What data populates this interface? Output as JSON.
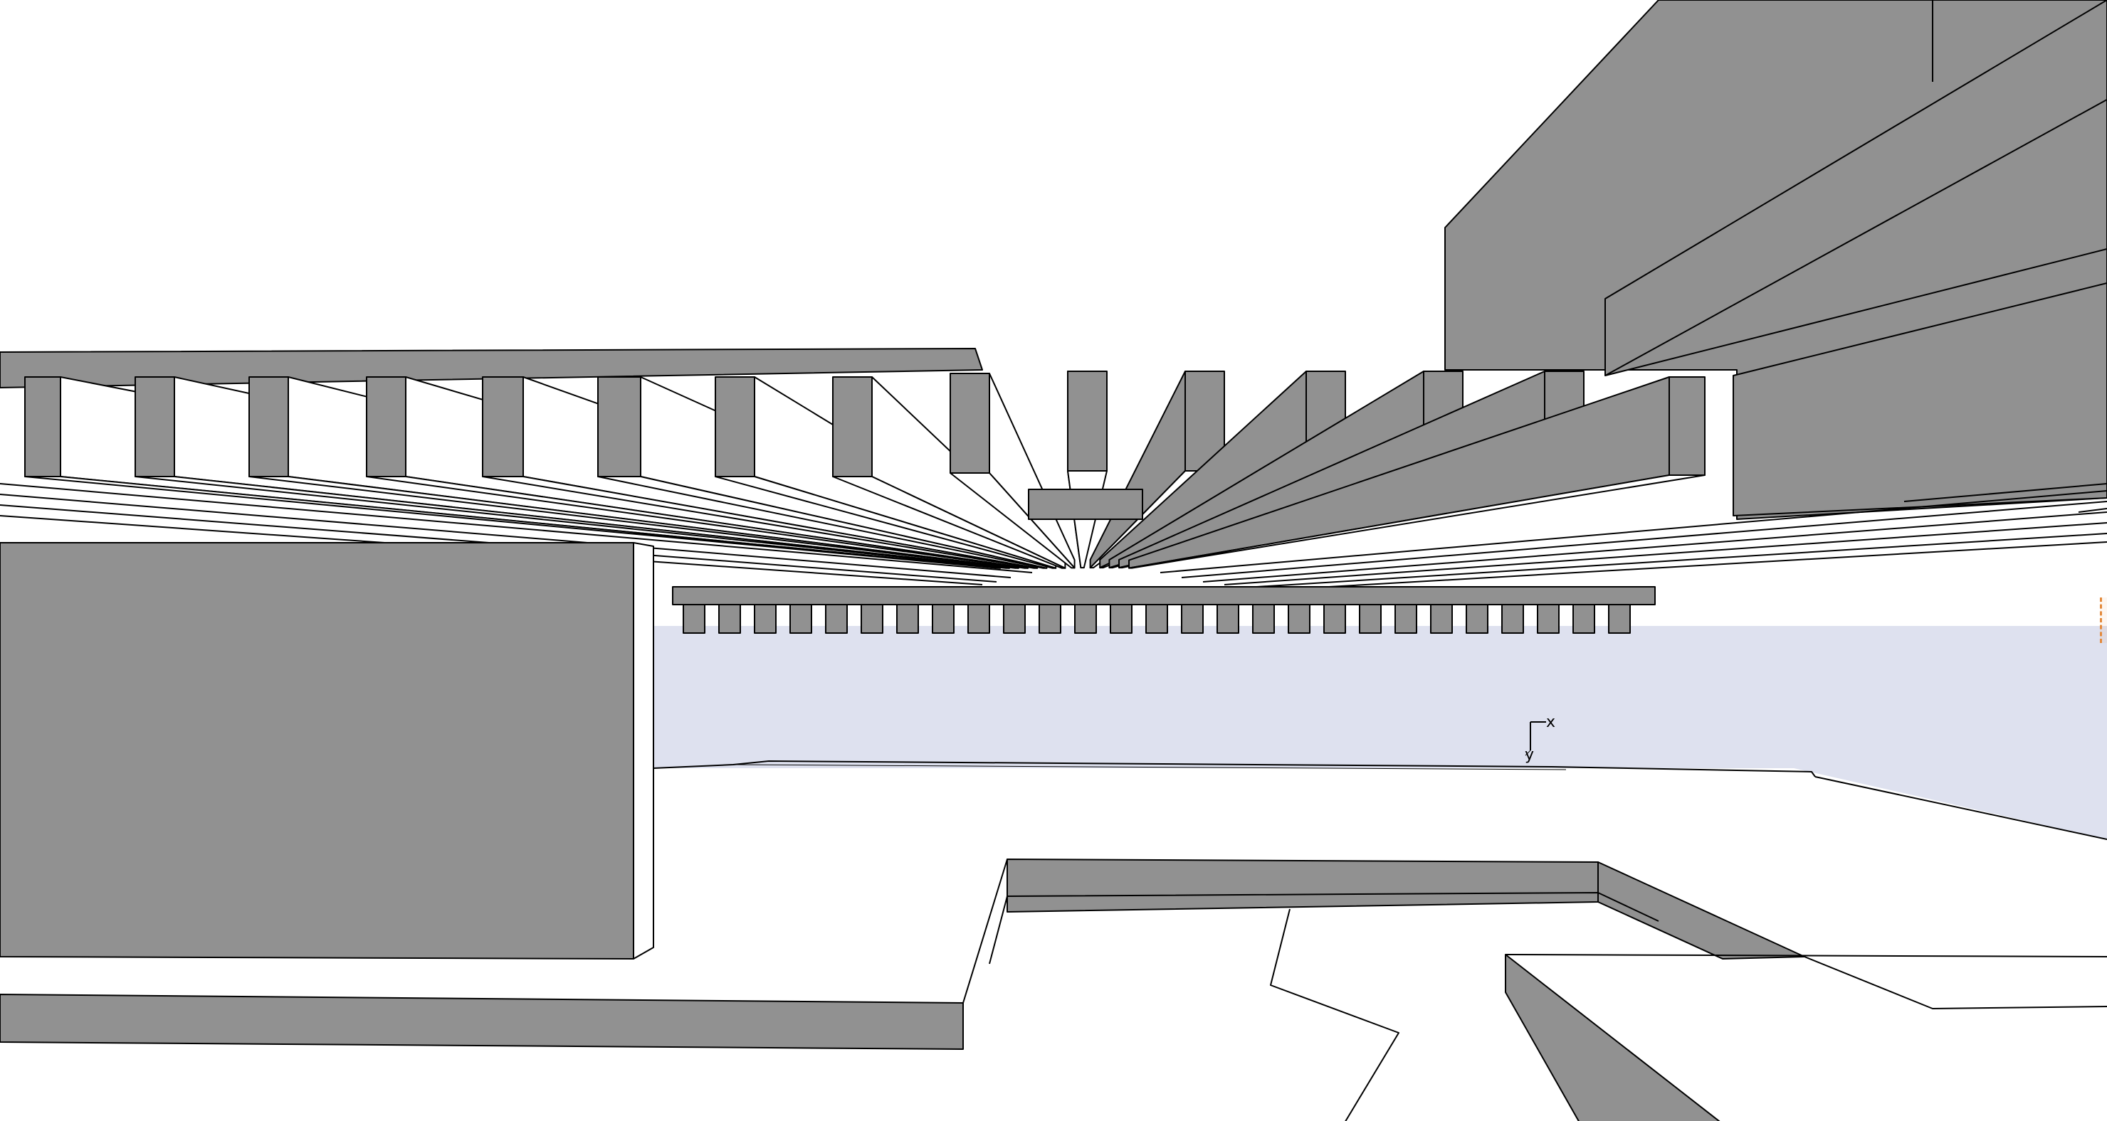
{
  "viewport": {
    "kind": "3d-modeling-viewport",
    "colors": {
      "background": "#ffffff",
      "sky": "#dee1ef",
      "face_dark": "#919191",
      "face_light": "#ffffff",
      "edge": "#000000",
      "handle": "#e38a3c"
    }
  },
  "axes": {
    "x_label": "x",
    "y_label": "y"
  }
}
